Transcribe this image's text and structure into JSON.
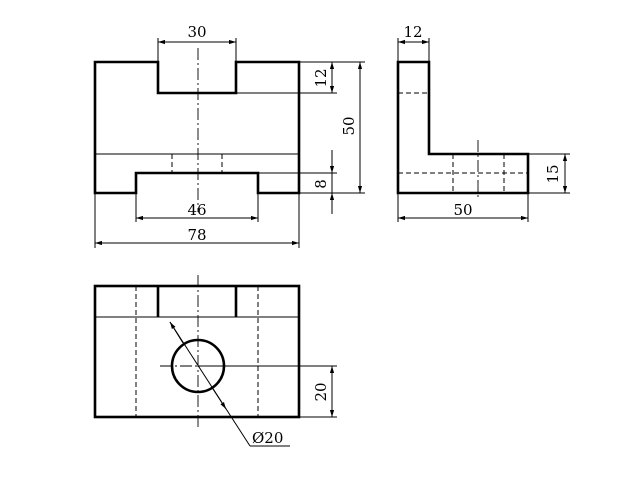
{
  "drawing": {
    "front_view": {
      "dims": {
        "top_slot_width": "30",
        "top_slot_depth": "12",
        "total_height": "50",
        "bottom_slot_height": "8",
        "bottom_slot_width": "46",
        "total_width": "78"
      }
    },
    "side_view": {
      "dims": {
        "wall_thickness": "12",
        "base_height": "15",
        "depth": "50"
      }
    },
    "top_view": {
      "dims": {
        "hole_offset": "20",
        "hole_diameter": "Ø20"
      }
    }
  }
}
